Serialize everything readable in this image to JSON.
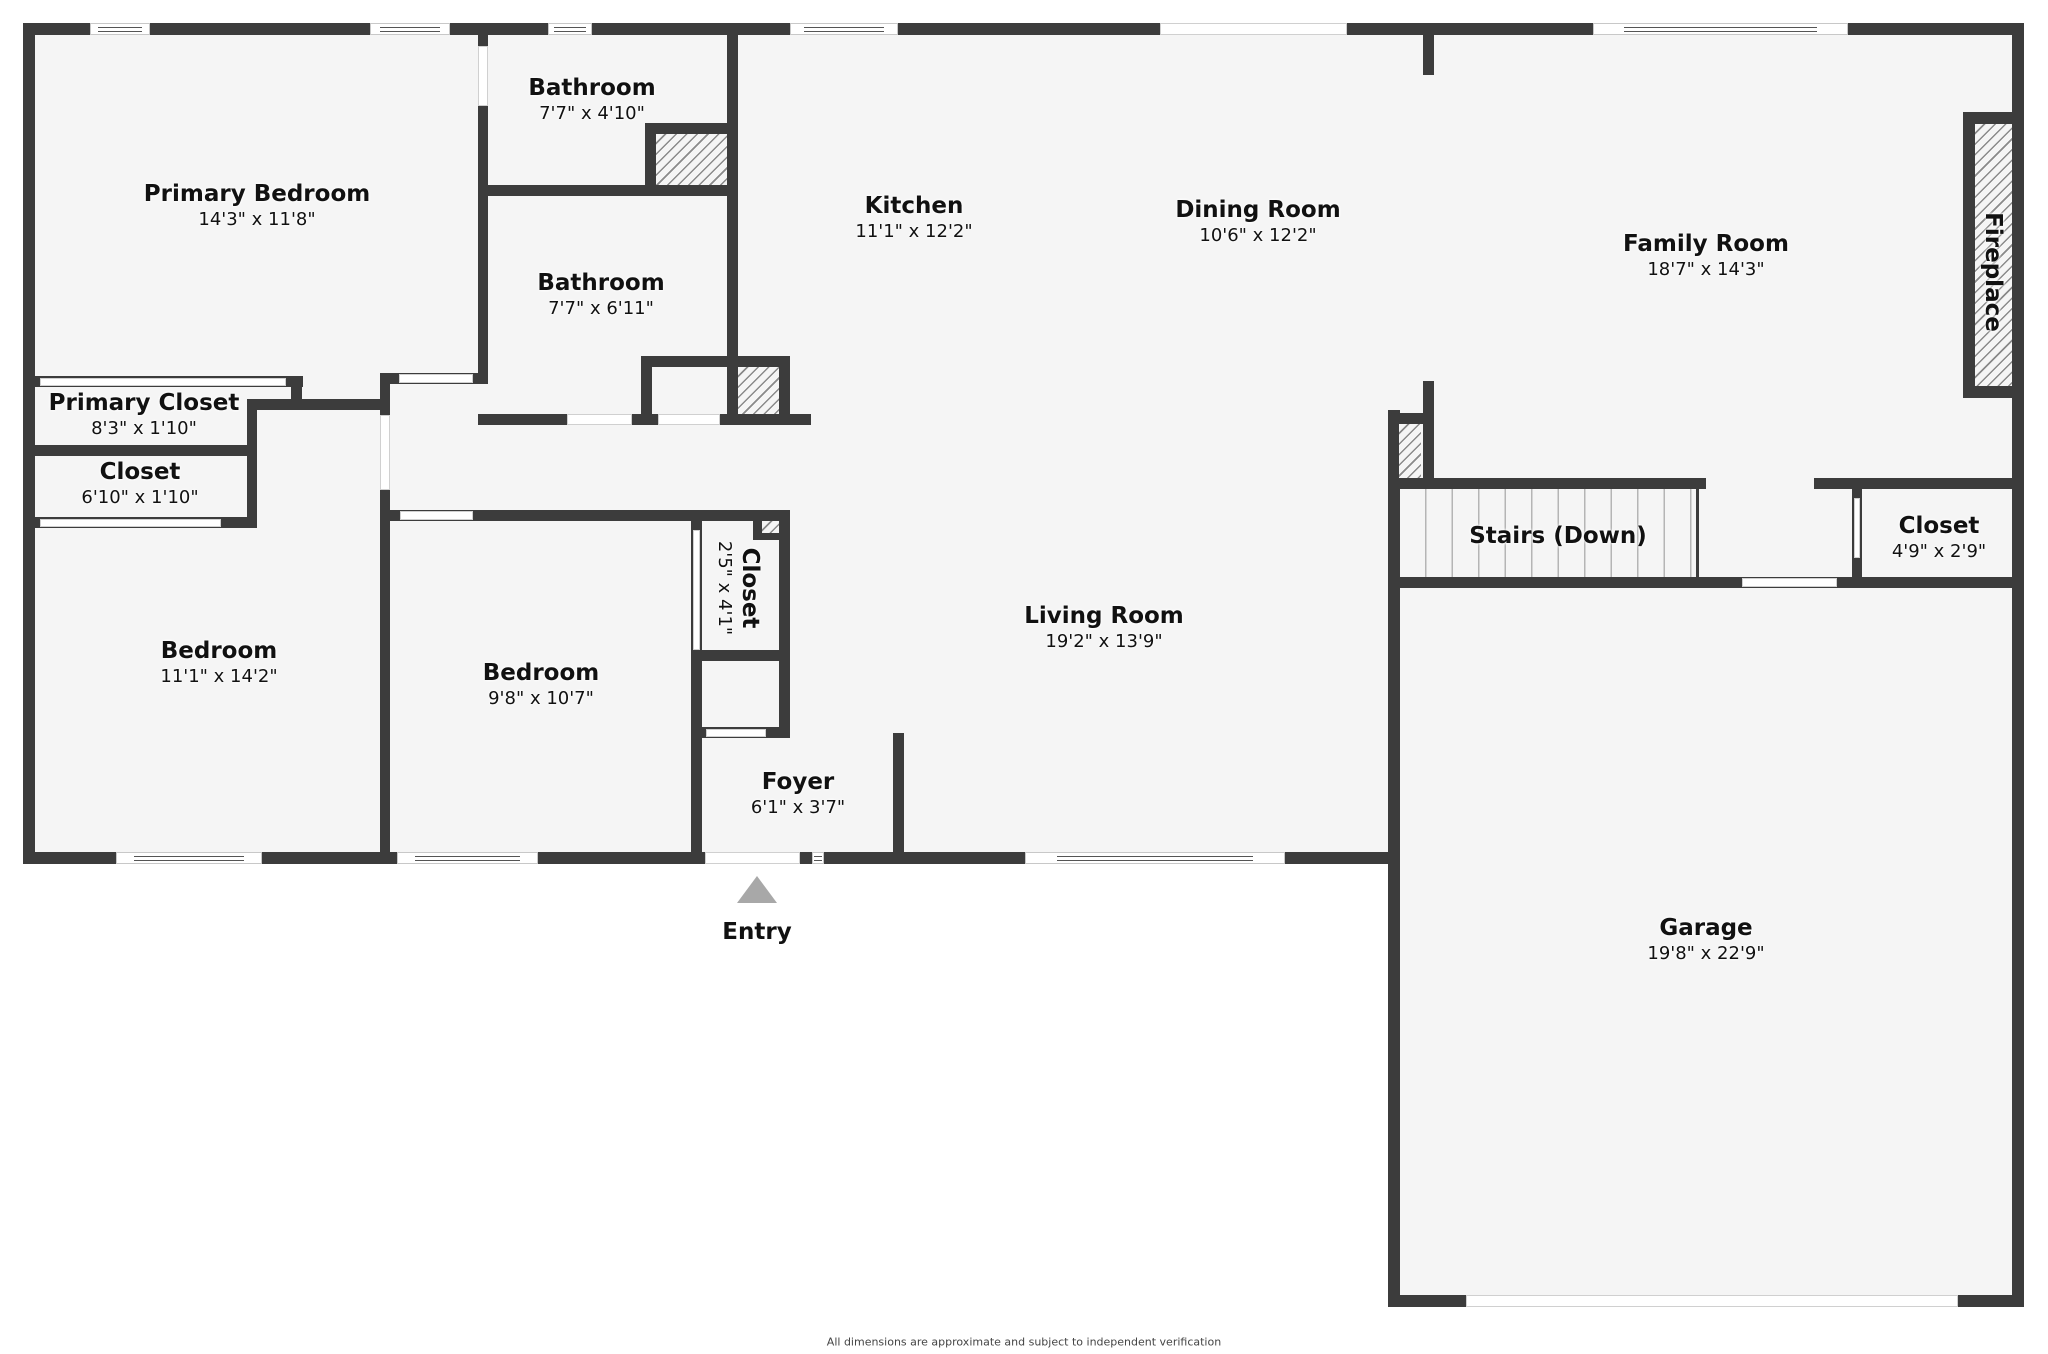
{
  "floorplan": {
    "rooms": [
      {
        "name": "Primary Bedroom",
        "dimensions": "14'3\" x 11'8\""
      },
      {
        "name": "Bathroom",
        "dimensions": "7'7\" x 4'10\""
      },
      {
        "name": "Bathroom",
        "dimensions": "7'7\" x 6'11\""
      },
      {
        "name": "Kitchen",
        "dimensions": "11'1\" x 12'2\""
      },
      {
        "name": "Dining Room",
        "dimensions": "10'6\" x 12'2\""
      },
      {
        "name": "Family Room",
        "dimensions": "18'7\" x 14'3\""
      },
      {
        "name": "Fireplace",
        "dimensions": ""
      },
      {
        "name": "Primary Closet",
        "dimensions": "8'3\" x 1'10\""
      },
      {
        "name": "Closet",
        "dimensions": "6'10\" x 1'10\""
      },
      {
        "name": "Bedroom",
        "dimensions": "11'1\" x 14'2\""
      },
      {
        "name": "Bedroom",
        "dimensions": "9'8\" x 10'7\""
      },
      {
        "name": "Closet",
        "dimensions": "2'5\" x 4'1\""
      },
      {
        "name": "Foyer",
        "dimensions": "6'1\" x 3'7\""
      },
      {
        "name": "Living Room",
        "dimensions": "19'2\" x 13'9\""
      },
      {
        "name": "Stairs (Down)",
        "dimensions": ""
      },
      {
        "name": "Closet",
        "dimensions": "4'9\" x 2'9\""
      },
      {
        "name": "Garage",
        "dimensions": "19'8\" x 22'9\""
      }
    ],
    "entry": {
      "label": "Entry",
      "icon": "triangle-up-arrow-icon"
    },
    "footer_note": "All dimensions are approximate and subject to independent verification",
    "colors": {
      "wall": "#3c3c3c",
      "floor": "#f5f5f5",
      "background": "#ffffff",
      "entry_arrow": "#a8a8a8"
    }
  }
}
